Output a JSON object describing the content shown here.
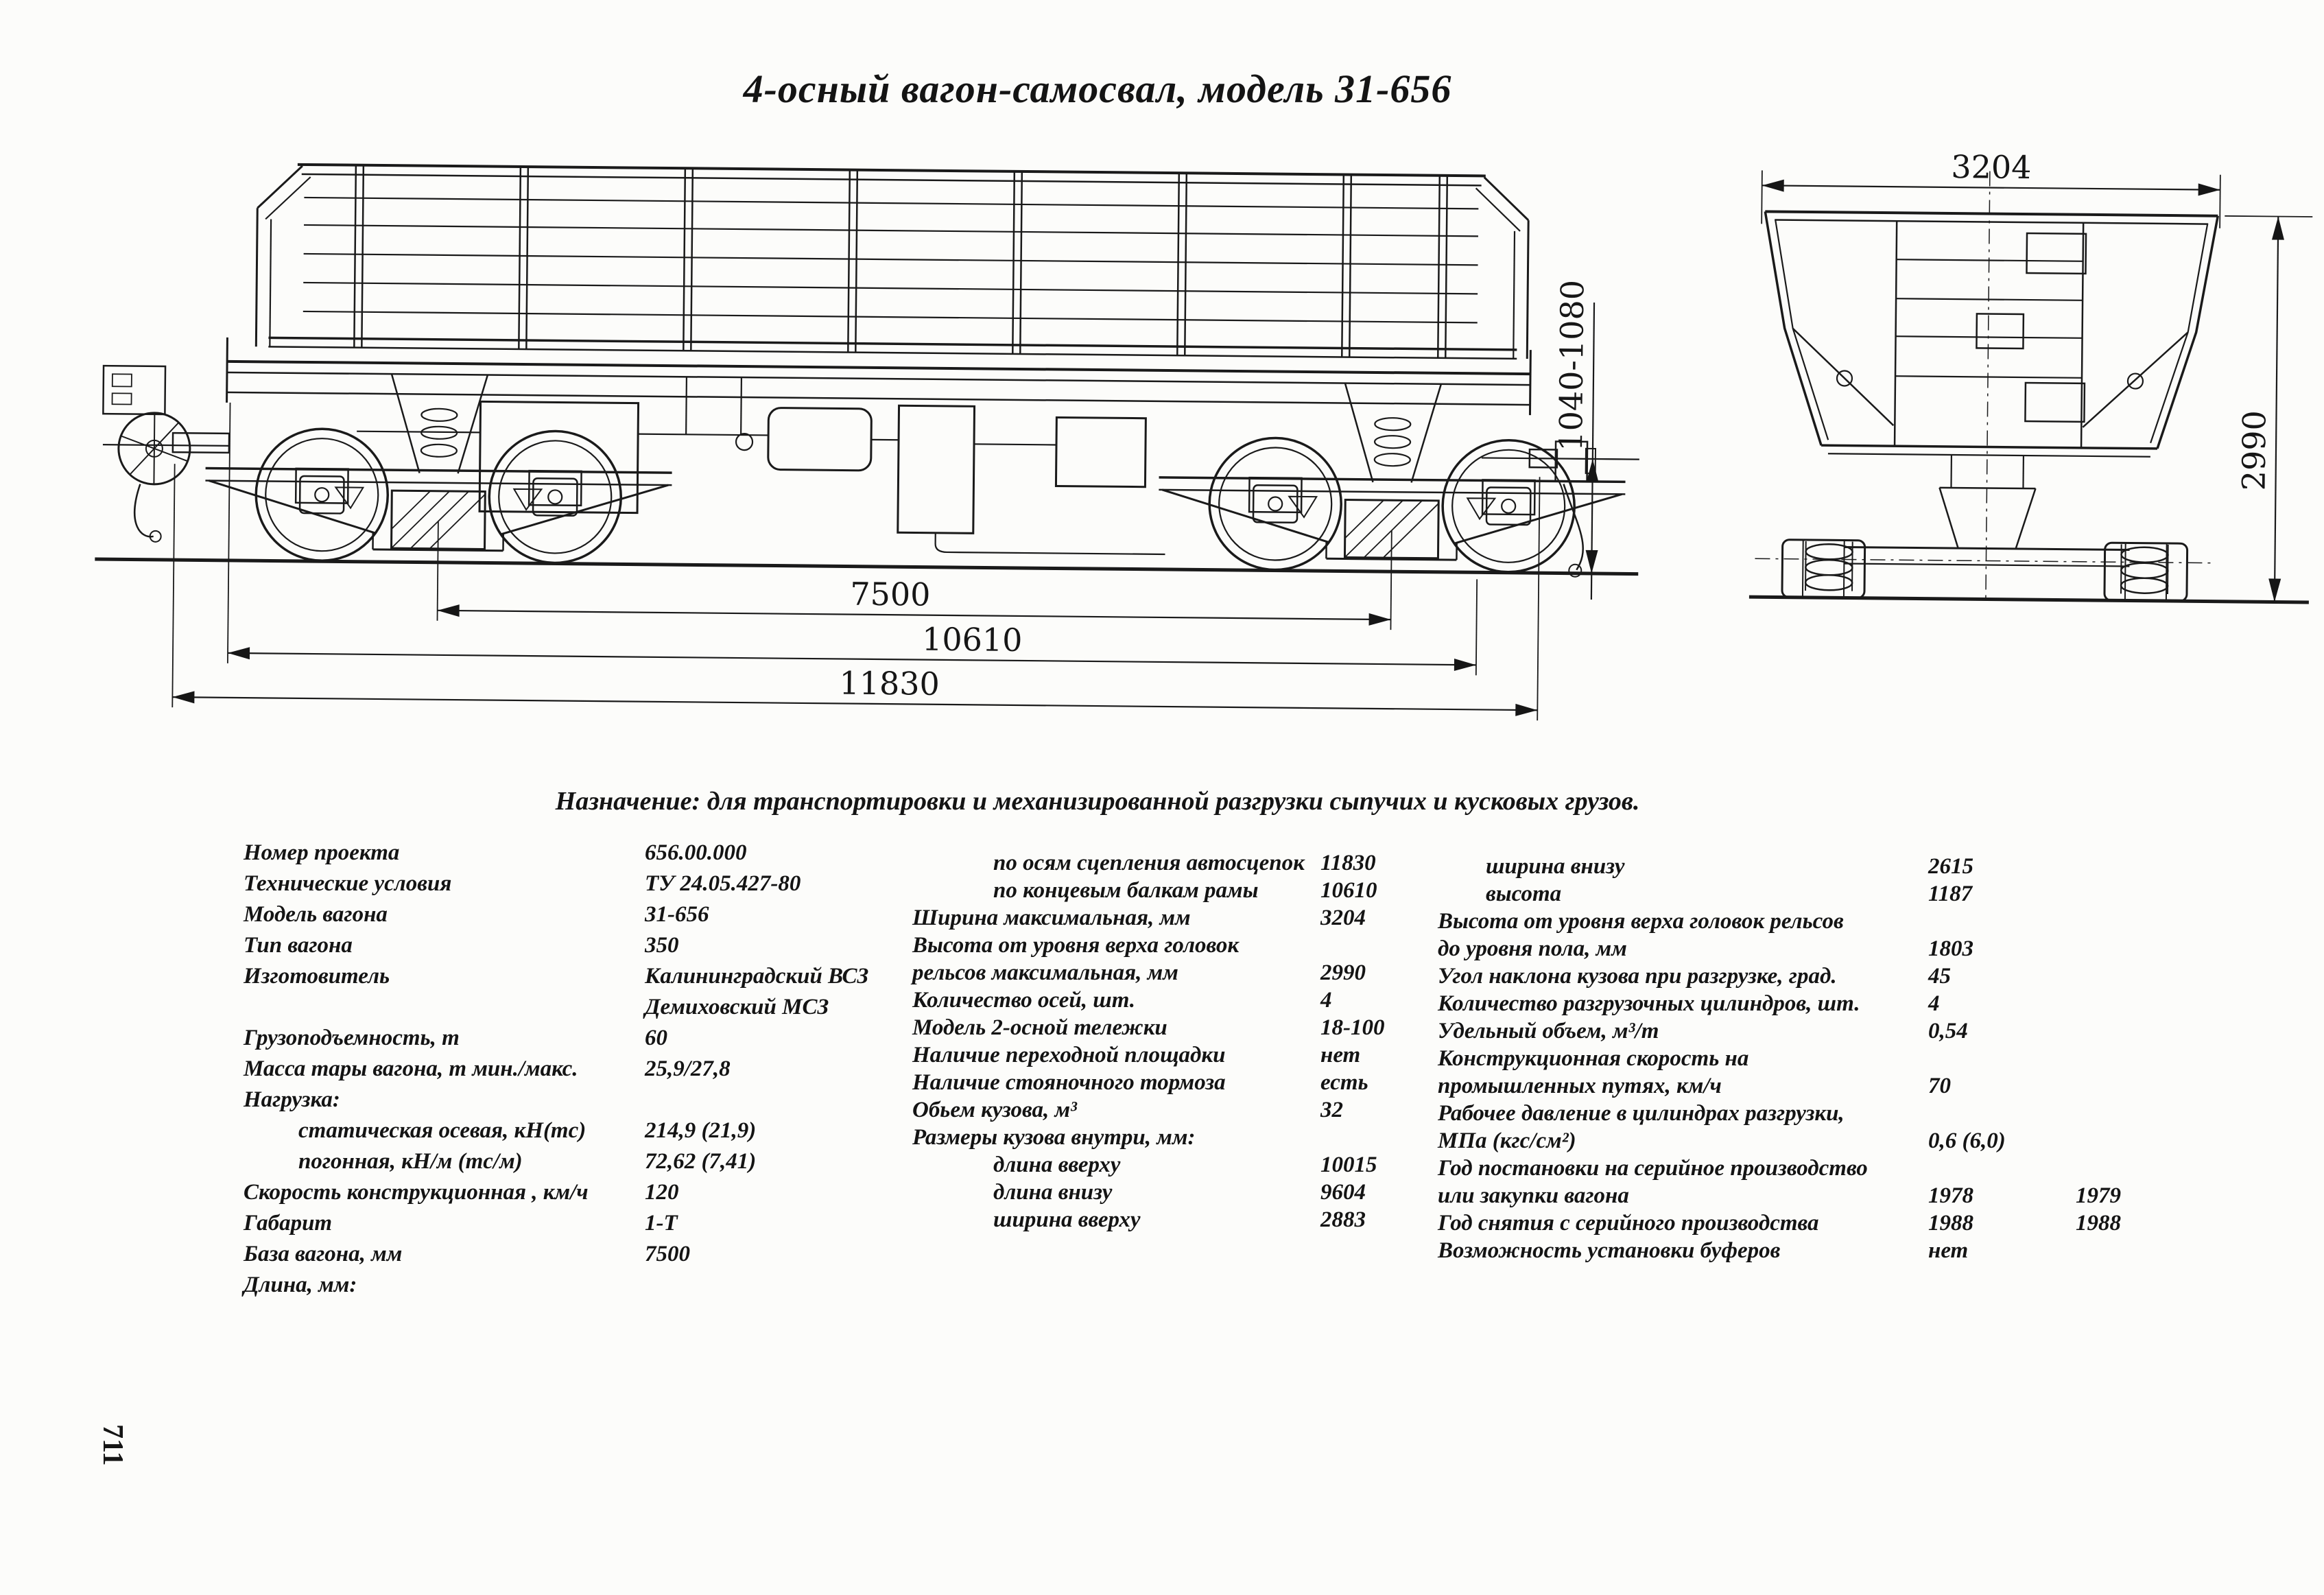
{
  "title": "4-осный вагон-самосвал, модель 31-656",
  "purpose": "Назначение: для транспортировки и механизированной разгрузки сыпучих и кусковых грузов.",
  "page_number": "711",
  "drawing": {
    "side_view": {
      "dim_bogie_centers": "7500",
      "dim_frame_length": "10610",
      "dim_coupler_length": "11830",
      "dim_coupler_height": "1040-1080"
    },
    "end_view": {
      "dim_width": "3204",
      "dim_height": "2990"
    }
  },
  "specs": {
    "col1": [
      {
        "label": "Номер проекта",
        "value": "656.00.000"
      },
      {
        "label": "Технические условия",
        "value": "ТУ 24.05.427-80"
      },
      {
        "label": "Модель вагона",
        "value": "31-656"
      },
      {
        "label": "Тип вагона",
        "value": "350"
      },
      {
        "label": "Изготовитель",
        "value": "Калининградский ВСЗ"
      },
      {
        "label": "",
        "value": "Демиховский МСЗ"
      },
      {
        "label": "Грузоподъемность, т",
        "value": "60"
      },
      {
        "label": "Масса тары вагона, т  мин./макс.",
        "value": "25,9/27,8"
      },
      {
        "label": "Нагрузка:",
        "value": ""
      },
      {
        "label": "статическая осевая, кН(тс)",
        "value": "214,9 (21,9)"
      },
      {
        "label": "погонная, кН/м (тс/м)",
        "value": "72,62 (7,41)"
      },
      {
        "label": "Скорость конструкционная , км/ч",
        "value": "120"
      },
      {
        "label": "Габарит",
        "value": "1-Т"
      },
      {
        "label": "База вагона, мм",
        "value": "7500"
      },
      {
        "label": "Длина, мм:",
        "value": ""
      }
    ],
    "col2": [
      {
        "label": "по осям сцепления автосцепок",
        "value": "11830"
      },
      {
        "label": "по концевым балкам рамы",
        "value": "10610"
      },
      {
        "label": "Ширина максимальная, мм",
        "value": "3204"
      },
      {
        "label": "Высота от уровня верха головок",
        "value": ""
      },
      {
        "label": "рельсов максимальная, мм",
        "value": "2990"
      },
      {
        "label": "Количество осей, шт.",
        "value": "4"
      },
      {
        "label": "Модель 2-осной тележки",
        "value": "18-100"
      },
      {
        "label": "Наличие переходной площадки",
        "value": "нет"
      },
      {
        "label": "Наличие стояночного тормоза",
        "value": "есть"
      },
      {
        "label": "Обьем кузова, м³",
        "value": "32"
      },
      {
        "label": "Размеры кузова внутри, мм:",
        "value": ""
      },
      {
        "label": "длина вверху",
        "value": "10015"
      },
      {
        "label": "длина внизу",
        "value": "9604"
      },
      {
        "label": "ширина вверху",
        "value": "2883"
      }
    ],
    "col3": [
      {
        "label": "ширина внизу",
        "value": "2615",
        "value2": ""
      },
      {
        "label": "высота",
        "value": "1187",
        "value2": ""
      },
      {
        "label": "Высота от уровня верха головок рельсов",
        "value": "",
        "value2": ""
      },
      {
        "label": "до уровня пола, мм",
        "value": "1803",
        "value2": ""
      },
      {
        "label": "Угол наклона кузова при разгрузке, град.",
        "value": "45",
        "value2": ""
      },
      {
        "label": "Количество разгрузочных цилиндров, шт.",
        "value": "4",
        "value2": ""
      },
      {
        "label": "Удельный объем, м³/т",
        "value": "0,54",
        "value2": ""
      },
      {
        "label": "Конструкционная скорость на",
        "value": "",
        "value2": ""
      },
      {
        "label": "промышленных путях, км/ч",
        "value": "70",
        "value2": ""
      },
      {
        "label": "Рабочее давление в цилиндрах разгрузки,",
        "value": "",
        "value2": ""
      },
      {
        "label": "МПа (кгс/см²)",
        "value": "0,6 (6,0)",
        "value2": ""
      },
      {
        "label": "Год постановки на серийное производство",
        "value": "",
        "value2": ""
      },
      {
        "label": "или закупки вагона",
        "value": "1978",
        "value2": "1979"
      },
      {
        "label": "Год снятия с серийного производства",
        "value": "1988",
        "value2": "1988"
      },
      {
        "label": "Возможность установки буферов",
        "value": "нет",
        "value2": ""
      }
    ]
  }
}
